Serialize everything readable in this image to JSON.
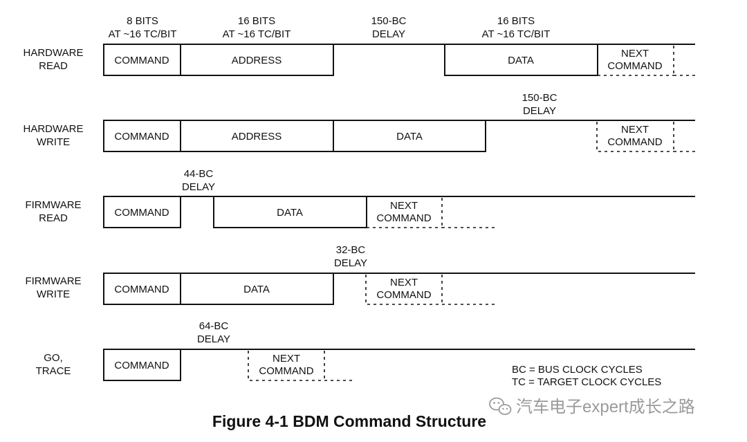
{
  "top_labels": {
    "command_bits": [
      "8 BITS",
      "AT ~16 TC/BIT"
    ],
    "address_bits": [
      "16 BITS",
      "AT ~16 TC/BIT"
    ],
    "read_delay": [
      "150-BC",
      "DELAY"
    ],
    "data_bits": [
      "16 BITS",
      "AT ~16 TC/BIT"
    ]
  },
  "rows": [
    {
      "label": [
        "HARDWARE",
        "READ"
      ],
      "cells": [
        "COMMAND",
        "ADDRESS",
        "DATA"
      ],
      "next": [
        "NEXT",
        "COMMAND"
      ]
    },
    {
      "label": [
        "HARDWARE",
        "WRITE"
      ],
      "delay": [
        "150-BC",
        "DELAY"
      ],
      "cells": [
        "COMMAND",
        "ADDRESS",
        "DATA"
      ],
      "next": [
        "NEXT",
        "COMMAND"
      ]
    },
    {
      "label": [
        "FIRMWARE",
        "READ"
      ],
      "delay": [
        "44-BC",
        "DELAY"
      ],
      "cells": [
        "COMMAND",
        "DATA"
      ],
      "next": [
        "NEXT",
        "COMMAND"
      ]
    },
    {
      "label": [
        "FIRMWARE",
        "WRITE"
      ],
      "delay": [
        "32-BC",
        "DELAY"
      ],
      "cells": [
        "COMMAND",
        "DATA"
      ],
      "next": [
        "NEXT",
        "COMMAND"
      ]
    },
    {
      "label": [
        "GO,",
        "TRACE"
      ],
      "delay": [
        "64-BC",
        "DELAY"
      ],
      "cells": [
        "COMMAND"
      ],
      "next": [
        "NEXT",
        "COMMAND"
      ]
    }
  ],
  "legend": [
    "BC = BUS CLOCK CYCLES",
    "TC = TARGET CLOCK CYCLES"
  ],
  "caption": "Figure 4-1  BDM Command Structure",
  "watermark": {
    "text": "汽车电子expert成长之路",
    "icon": "wechat-icon",
    "color": "#9a9a9a"
  }
}
